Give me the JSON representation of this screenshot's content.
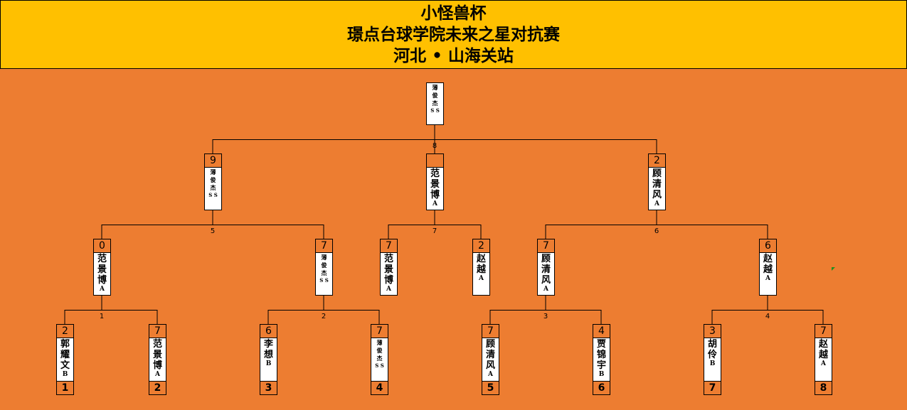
{
  "header": {
    "title1": "小怪兽杯",
    "title2": "璟点台球学院未来之星对抗赛",
    "title3": "河北 • 山海关站"
  },
  "bracket": {
    "r1": [
      {
        "score": "2",
        "name": "郭耀文",
        "suffix": "B",
        "seed": "1",
        "small": false
      },
      {
        "score": "7",
        "name": "范景博",
        "suffix": "A",
        "seed": "2",
        "small": false
      },
      {
        "score": "6",
        "name": "李想",
        "suffix": "B",
        "seed": "3",
        "small": false
      },
      {
        "score": "7",
        "name": "薄俊杰",
        "suffix": "SS",
        "seed": "4",
        "small": true
      },
      {
        "score": "7",
        "name": "顾清风",
        "suffix": "A",
        "seed": "5",
        "small": false
      },
      {
        "score": "4",
        "name": "贾锦宇",
        "suffix": "B",
        "seed": "6",
        "small": false
      },
      {
        "score": "3",
        "name": "胡伶",
        "suffix": "B",
        "seed": "7",
        "small": false
      },
      {
        "score": "7",
        "name": "赵越",
        "suffix": "A",
        "seed": "8",
        "small": false
      }
    ],
    "r2": [
      {
        "score": "0",
        "name": "范景博",
        "suffix": "A",
        "small": false
      },
      {
        "score": "7",
        "name": "薄俊杰",
        "suffix": "SS",
        "small": true
      },
      {
        "score": "7",
        "name": "范景博",
        "suffix": "A",
        "small": false
      },
      {
        "score": "2",
        "name": "赵越",
        "suffix": "A",
        "small": false
      },
      {
        "score": "7",
        "name": "顾清风",
        "suffix": "A",
        "small": false
      },
      {
        "score": "6",
        "name": "赵越",
        "suffix": "A",
        "small": false
      }
    ],
    "r3": [
      {
        "score": "9",
        "name": "薄俊杰",
        "suffix": "SS",
        "small": true
      },
      {
        "score": "",
        "name": "范景博",
        "suffix": "A",
        "small": false
      },
      {
        "score": "2",
        "name": "顾清风",
        "suffix": "A",
        "small": false
      }
    ],
    "champion": {
      "name": "薄俊杰",
      "suffix": "SS",
      "small": true
    },
    "match_labels": [
      "1",
      "2",
      "3",
      "4",
      "5",
      "7",
      "6",
      "8"
    ]
  }
}
